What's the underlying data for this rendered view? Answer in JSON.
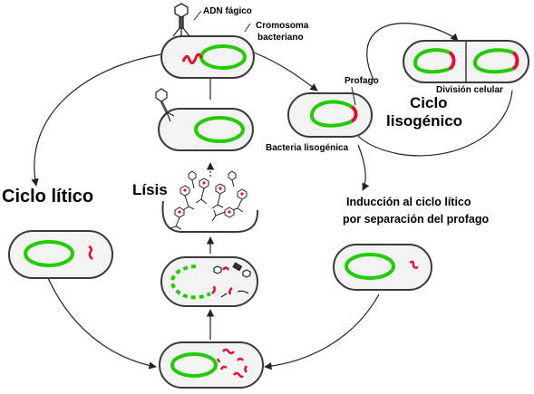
{
  "labels": {
    "adn_fagico": "ADN fágico",
    "cromosoma_line1": "Cromosoma",
    "cromosoma_line2": "bacteriano",
    "profago": "Profago",
    "division_celular": "División celular",
    "ciclo_lisogenico_line1": "Ciclo",
    "ciclo_lisogenico_line2": "lisogénico",
    "bacteria_lisogenica": "Bacteria lisogénica",
    "ciclo_litico": "Ciclo lítico",
    "lisis": "Lísis",
    "induccion_line1": "Inducción al ciclo lítico",
    "induccion_line2": "por separación del profago"
  },
  "colors": {
    "cell_outline": "#3a3a3a",
    "cell_fill": "#f3f3f3",
    "chromosome": "#22cc00",
    "phage_dna": "#dd1133",
    "arrow": "#222222"
  }
}
